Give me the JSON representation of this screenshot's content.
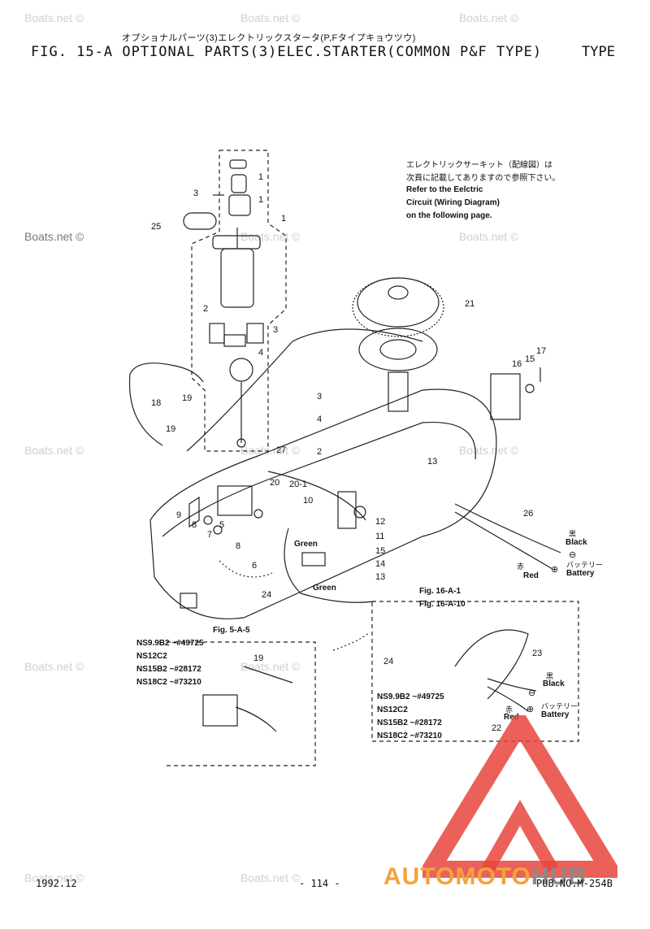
{
  "header": {
    "japanese_title": "オプショナルパーツ(3)エレクトリックスタータ(P,Fタイプキョウツウ)",
    "figure_title": "FIG. 15-A OPTIONAL PARTS(3)ELEC.STARTER(COMMON P&F TYPE)",
    "type_label": "TYPE"
  },
  "note": {
    "jp_line1": "エレクトリックサーキット（配線図）は",
    "jp_line2": "次頁に記載してありますので参照下さい。",
    "en_line1": "Refer to the Eelctric",
    "en_line2": "Circuit (Wiring Diagram)",
    "en_line3": "on the following page."
  },
  "watermark": "Boats.net ©",
  "callouts": [
    "1",
    "1",
    "3",
    "25",
    "1",
    "2",
    "3",
    "4",
    "21",
    "18",
    "19",
    "17",
    "15",
    "16",
    "3",
    "4",
    "19",
    "2",
    "27",
    "13",
    "20",
    "20-1",
    "9",
    "10",
    "12",
    "8",
    "7",
    "5",
    "11",
    "8",
    "6",
    "15",
    "14",
    "13",
    "26",
    "24",
    "24",
    "19",
    "23",
    "22"
  ],
  "wire_labels": {
    "green1": "Green",
    "green2": "Green",
    "black_jp": "黒",
    "black": "Black",
    "minus": "⊖",
    "red_jp": "赤",
    "red": "Red",
    "plus": "⊕",
    "battery_jp": "バッテリー",
    "battery": "Battery"
  },
  "references": {
    "fig_16_a_1": "Fig. 16-A-1",
    "fig_16_a_10": "Fig. 16-A-10",
    "fig_5_a_5": "Fig. 5-A-5"
  },
  "model_table_left": [
    {
      "model": "NS9.9B2",
      "serial": "~#49725"
    },
    {
      "model": "NS12C2",
      "serial": ""
    },
    {
      "model": "NS15B2",
      "serial": "~#28172"
    },
    {
      "model": "NS18C2",
      "serial": "~#73210"
    }
  ],
  "model_table_right": [
    {
      "model": "NS9.9B2",
      "serial": "~#49725"
    },
    {
      "model": "NS12C2",
      "serial": ""
    },
    {
      "model": "NS15B2",
      "serial": "~#28172"
    },
    {
      "model": "NS18C2",
      "serial": "~#73210"
    }
  ],
  "footer": {
    "date": "1992.12",
    "page": "- 114 -",
    "pub_no": "PUB.NO.M-254B"
  },
  "logo": {
    "brand_part1": "AUTOMOTO",
    "brand_part2": "HUB",
    "colors": {
      "primary": "#e8453c",
      "secondary": "#f4a23a",
      "gray": "#8a8a8a"
    }
  }
}
